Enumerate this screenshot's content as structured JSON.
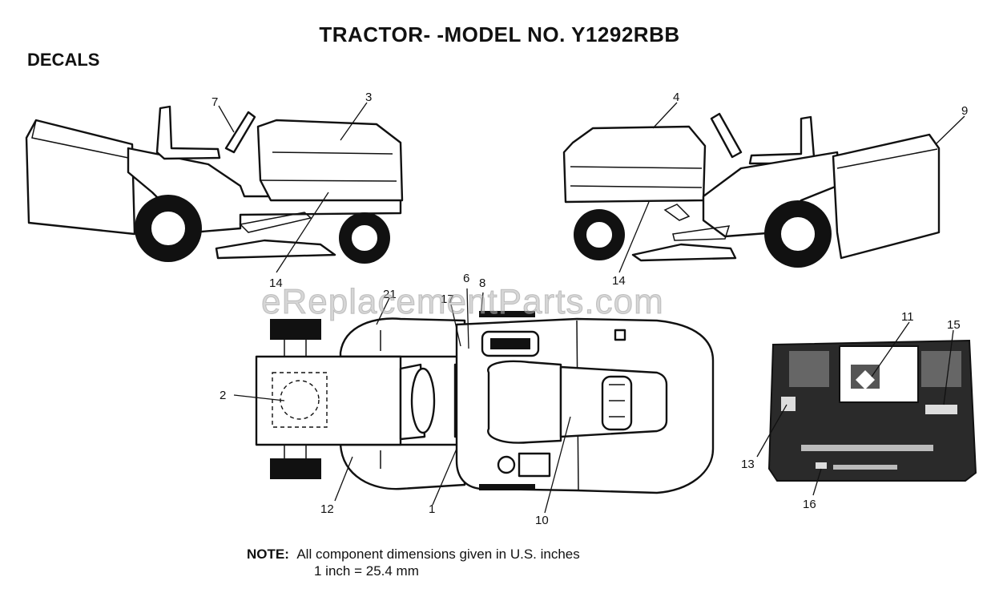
{
  "title": "TRACTOR- -MODEL NO. Y1292RBB",
  "section": "DECALS",
  "watermark": "eReplacementParts.com",
  "note": {
    "label": "NOTE:",
    "line1": "All component dimensions given in U.S. inches",
    "line2": "1 inch = 25.4 mm"
  },
  "callouts": {
    "c1": "1",
    "c2": "2",
    "c3": "3",
    "c4": "4",
    "c6": "6",
    "c7": "7",
    "c8": "8",
    "c9": "9",
    "c10": "10",
    "c11": "11",
    "c12": "12",
    "c13": "13",
    "c14a": "14",
    "c14b": "14",
    "c15": "15",
    "c16": "16",
    "c17": "17",
    "c21": "21"
  }
}
